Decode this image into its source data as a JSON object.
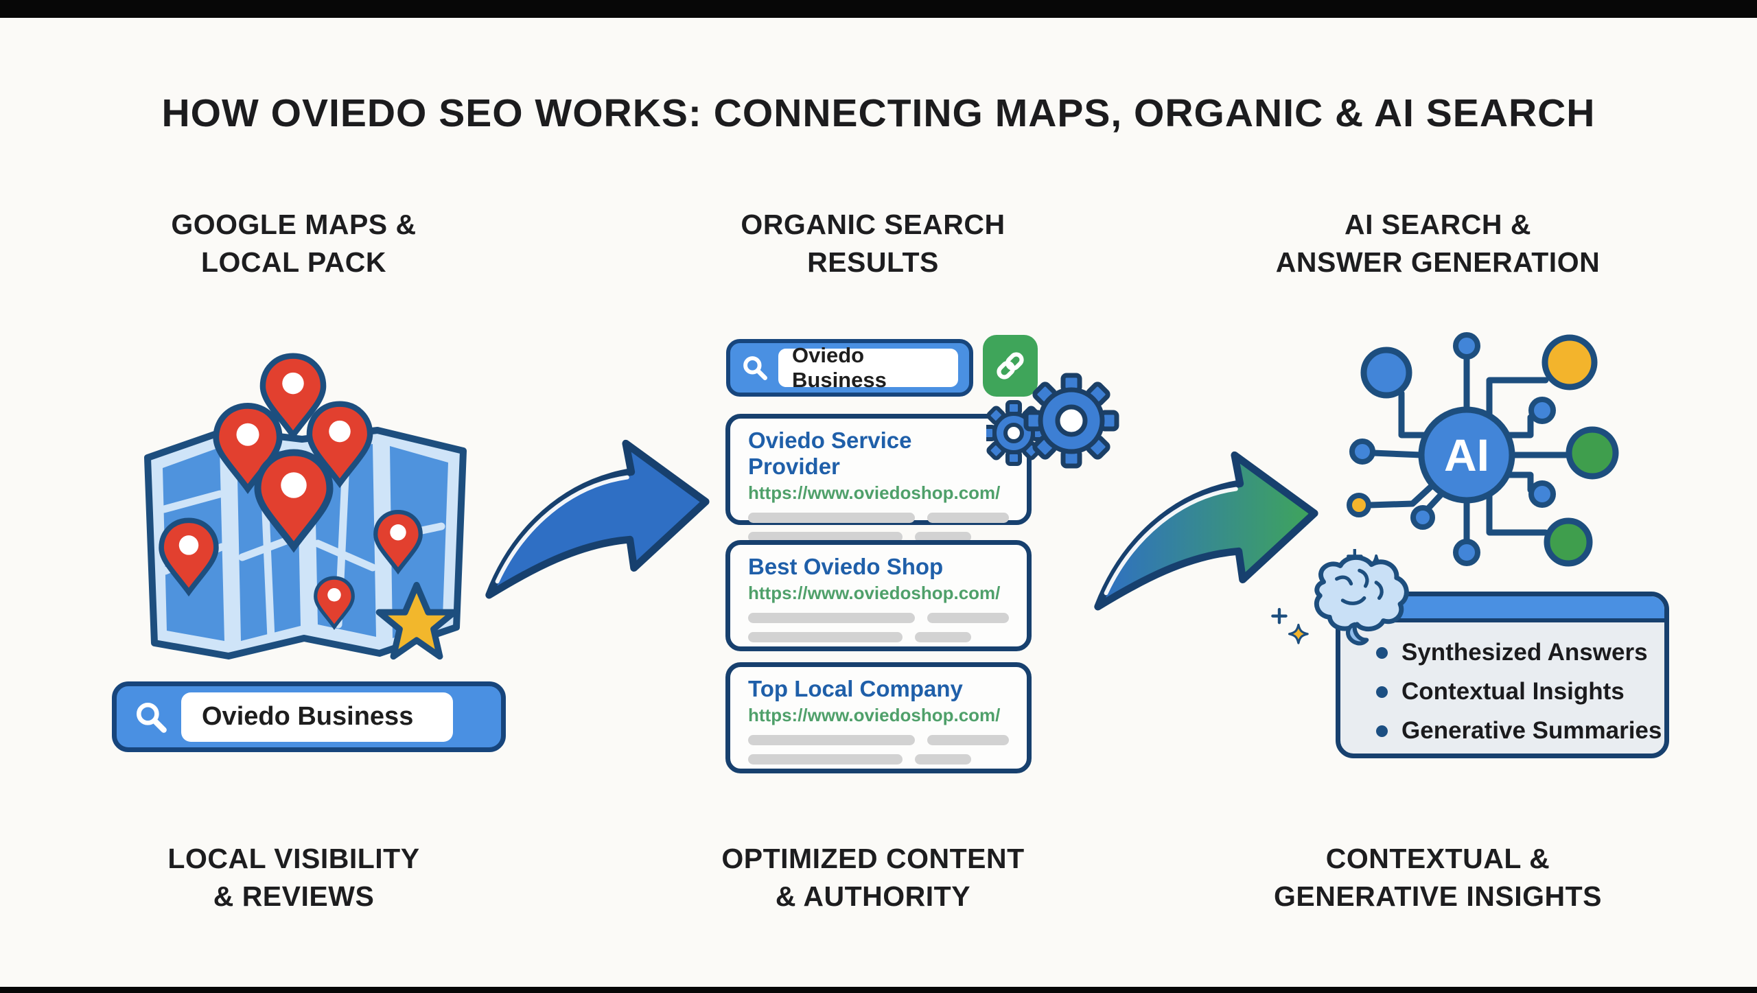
{
  "page": {
    "title": "HOW OVIEDO SEO WORKS: CONNECTING MAPS, ORGANIC & AI SEARCH",
    "background_color": "#fbfaf7",
    "frame_bar_color": "#070707"
  },
  "colors": {
    "navy_outline": "#1d4e7e",
    "primary_blue": "#4a90e2",
    "map_panel_blue": "#4f93dd",
    "pin_red": "#e2402f",
    "star_yellow": "#f2b72c",
    "link_button_green": "#3fa55a",
    "url_green": "#4fa06a",
    "result_title_blue": "#1f5fa9",
    "node_green": "#3f9e4d",
    "node_yellow": "#f3b42c",
    "placeholder_gray": "#d2d2d2",
    "arrow_blue": "#2f6fc4",
    "arrow_gradient_end_green": "#3fa55a",
    "text_dark": "#1d1d1f"
  },
  "columns": {
    "maps": {
      "header_lines": [
        "GOOGLE MAPS &",
        "LOCAL PACK"
      ],
      "search_value": "Oviedo Business",
      "caption_lines": [
        "LOCAL VISIBILITY",
        "& REVIEWS"
      ]
    },
    "organic": {
      "header_lines": [
        "ORGANIC SEARCH",
        "RESULTS"
      ],
      "search_value": "Oviedo Business",
      "results": [
        {
          "title": "Oviedo Service Provider",
          "url": "https://www.oviedoshop.com/"
        },
        {
          "title": "Best Oviedo Shop",
          "url": "https://www.oviedoshop.com/"
        },
        {
          "title": "Top Local Company",
          "url": "https://www.oviedoshop.com/"
        }
      ],
      "caption_lines": [
        "OPTIMIZED CONTENT",
        "& AUTHORITY"
      ]
    },
    "ai": {
      "header_lines": [
        "AI SEARCH &",
        "ANSWER GENERATION"
      ],
      "hub_label": "AI",
      "bullets": [
        "Synthesized Answers",
        "Contextual Insights",
        "Generative Summaries"
      ],
      "caption_lines": [
        "CONTEXTUAL &",
        "GENERATIVE INSIGHTS"
      ]
    }
  },
  "icons": {
    "search": "magnifier",
    "link": "chain-link",
    "gears": "gear-pair",
    "map_pin": "location-pin",
    "star": "review-star",
    "ai_hub": "ai-network",
    "brain": "brain",
    "sparkle": "sparkle",
    "arrow": "swoosh-arrow"
  }
}
